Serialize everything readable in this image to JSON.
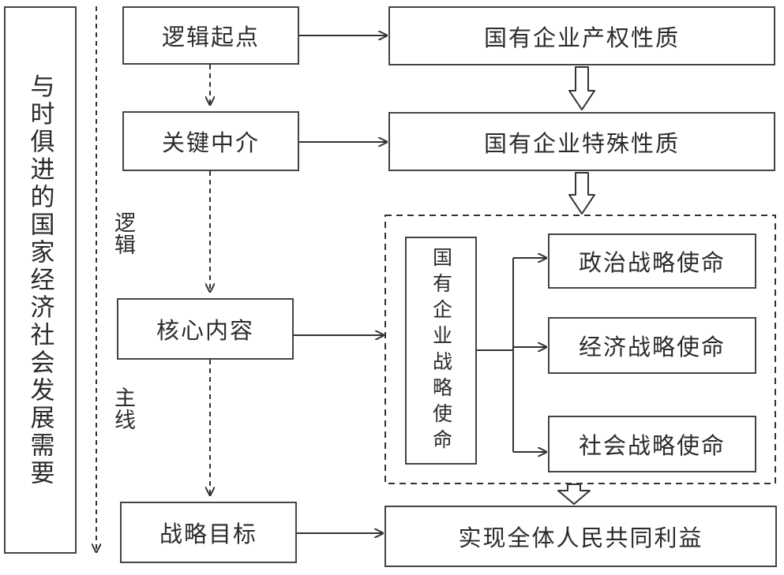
{
  "side_label": "与时俱进的国家经济社会发展需要",
  "logic_line_top": "逻辑",
  "logic_line_bottom": "主线",
  "left_boxes": {
    "start": "逻辑起点",
    "mediator": "关键中介",
    "core": "核心内容",
    "goal": "战略目标"
  },
  "right_boxes": {
    "property": "国有企业产权性质",
    "special": "国有企业特殊性质",
    "outcome": "实现全体人民共同利益"
  },
  "mission_group": {
    "title": "国有企业战略使命",
    "items": [
      "政治战略使命",
      "经济战略使命",
      "社会战略使命"
    ]
  }
}
